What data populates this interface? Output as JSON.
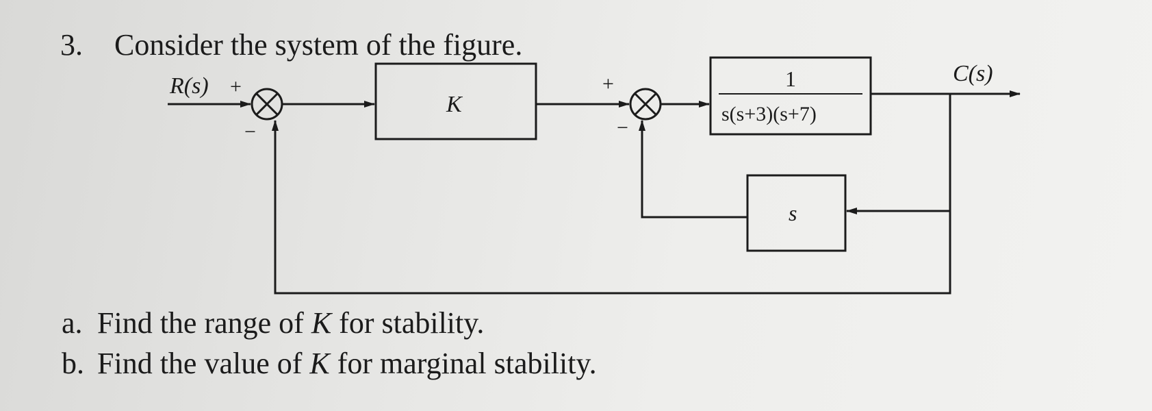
{
  "question": {
    "number": "3.",
    "text": "Consider the system of the figure."
  },
  "diagram": {
    "input_label": "R(s)",
    "output_label": "C(s)",
    "sum1_plus": "+",
    "sum1_minus": "−",
    "sum2_plus": "+",
    "sum2_minus": "−",
    "gain_block": "K",
    "plant_numerator": "1",
    "plant_denominator": "s(s+3)(s+7)",
    "feedback_block": "s"
  },
  "parts": [
    {
      "label": "a.",
      "before": "Find the range of ",
      "var": "K",
      "after": " for stability."
    },
    {
      "label": "b.",
      "before": "Find the value of ",
      "var": "K",
      "after": " for marginal stability."
    }
  ]
}
